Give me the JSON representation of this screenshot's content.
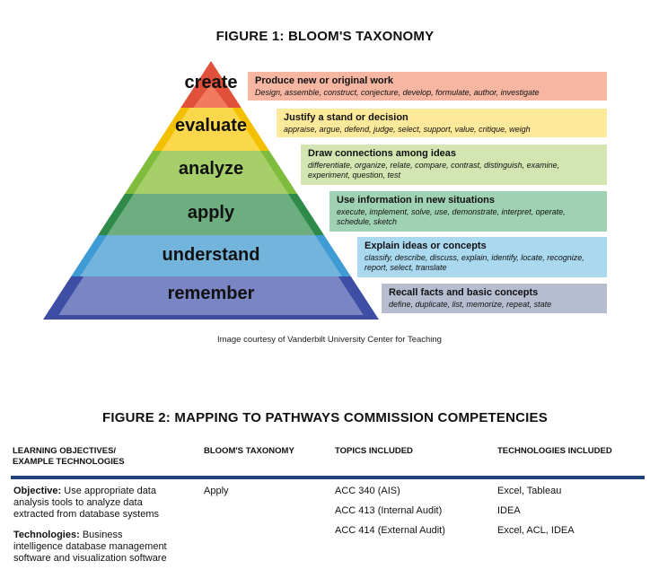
{
  "figure1": {
    "title": "FIGURE 1: BLOOM'S TAXONOMY",
    "levels": [
      {
        "label": "create",
        "heading": "Produce new or original work",
        "verbs": "Design, assemble, construct, conjecture, develop, formulate, author, investigate",
        "color_main": "#f27a5e",
        "color_edge": "#e0503a",
        "box_color": "#f7b6a2"
      },
      {
        "label": "evaluate",
        "heading": "Justify a stand or decision",
        "verbs": "appraise, argue, defend, judge, select, support, value, critique, weigh",
        "color_main": "#fbd84b",
        "color_edge": "#f3c000",
        "box_color": "#fde99a"
      },
      {
        "label": "analyze",
        "heading": "Draw connections among ideas",
        "verbs": "differentiate, organize, relate, compare, contrast, distinguish, examine, experiment, question, test",
        "color_main": "#a6cf6a",
        "color_edge": "#7fbc3e",
        "box_color": "#d3e6b2"
      },
      {
        "label": "apply",
        "heading": "Use information in new situations",
        "verbs": "execute, implement, solve, use, demonstrate, interpret, operate, schedule, sketch",
        "color_main": "#6cae80",
        "color_edge": "#2f8a4a",
        "box_color": "#9fd1b3"
      },
      {
        "label": "understand",
        "heading": "Explain ideas or concepts",
        "verbs": "classify, describe, discuss, explain, identify, locate, recognize, report, select, translate",
        "color_main": "#72b4dc",
        "color_edge": "#3f9bd4",
        "box_color": "#a9d8ef"
      },
      {
        "label": "remember",
        "heading": "Recall facts and basic concepts",
        "verbs": "define, duplicate, list, memorize, repeat, state",
        "color_main": "#7a85c3",
        "color_edge": "#3e4ea4",
        "box_color": "#b7bdd1"
      }
    ],
    "credit": "Image courtesy of Vanderbilt University Center for Teaching"
  },
  "figure2": {
    "title": "FIGURE 2: MAPPING TO PATHWAYS COMMISSION COMPETENCIES",
    "headers": {
      "col1_line1": "LEARNING OBJECTIVES/",
      "col1_line2": "EXAMPLE TECHNOLOGIES",
      "col2": "BLOOM'S TAXONOMY",
      "col3": "TOPICS INCLUDED",
      "col4": "TECHNOLOGIES INCLUDED"
    },
    "row": {
      "objective_label": "Objective:",
      "objective_text": "Use appropriate data analysis tools to analyze data extracted from database systems",
      "technologies_label": "Technologies:",
      "technologies_text": "Business intelligence database management software and visualization software",
      "bloom": "Apply",
      "topics": [
        "ACC 340 (AIS)",
        "ACC 413 (Internal Audit)",
        "ACC 414 (External Audit)"
      ],
      "techs": [
        "Excel, Tableau",
        "IDEA",
        "Excel, ACL, IDEA"
      ]
    },
    "rule_color": "#23427a"
  }
}
